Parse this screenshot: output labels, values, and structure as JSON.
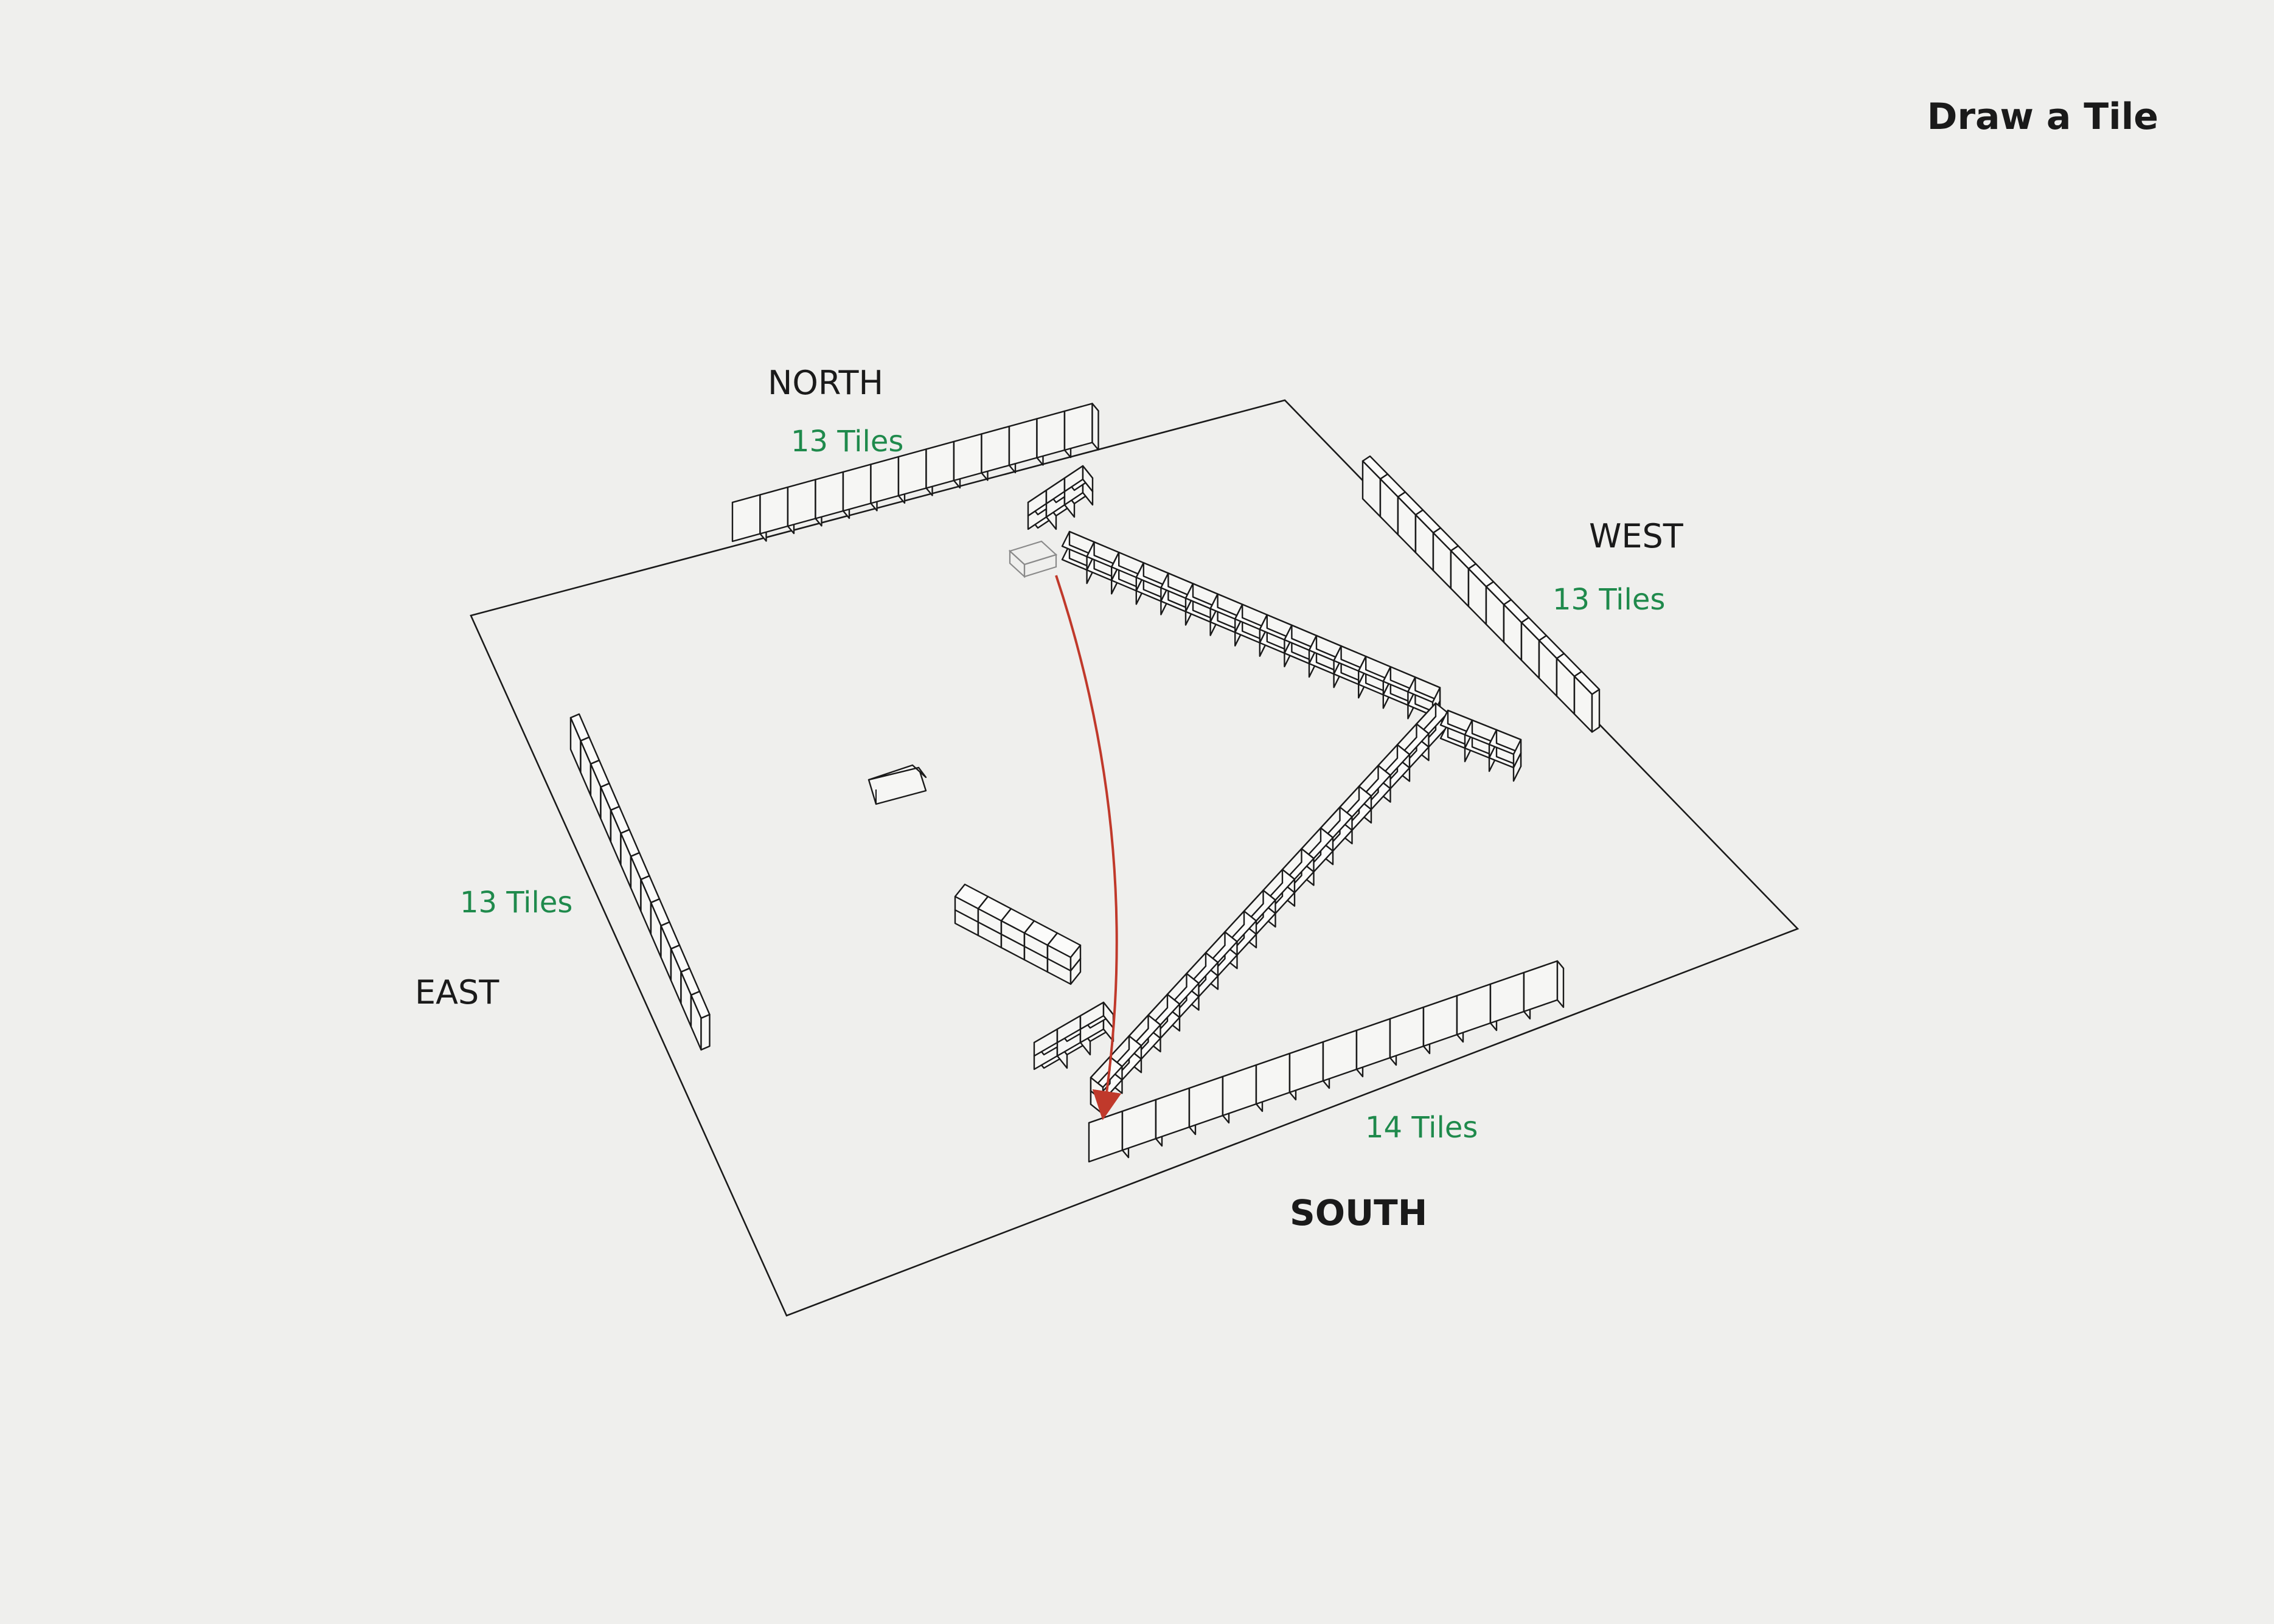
{
  "title": "Draw a Tile",
  "seats": {
    "north": {
      "name": "NORTH",
      "count": "13 Tiles"
    },
    "west": {
      "name": "WEST",
      "count": "13 Tiles"
    },
    "east": {
      "name": "EAST",
      "count": "13 Tiles"
    },
    "south": {
      "name": "SOUTH",
      "count": "14 Tiles"
    }
  },
  "hands": {
    "north": 13,
    "west": 13,
    "east": 13,
    "south": 14
  },
  "colors": {
    "ink": "#1a1a1a",
    "count_text": "#1f8a4c",
    "draw_arrow": "#c0392b",
    "paper": "#efefed"
  }
}
